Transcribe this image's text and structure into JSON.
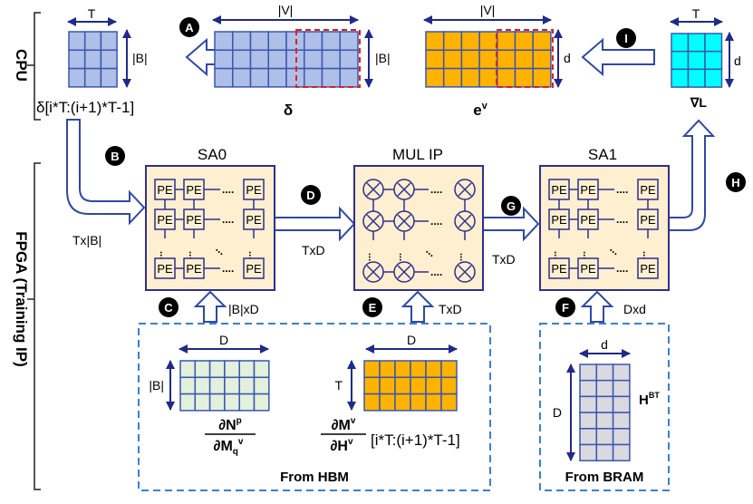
{
  "side_labels": {
    "cpu": "CPU",
    "fpga": "FPGA (Training IP)"
  },
  "steps": {
    "A": "A",
    "B": "B",
    "C": "C",
    "D": "D",
    "E": "E",
    "F": "F",
    "G": "G",
    "H": "H",
    "I": "I"
  },
  "dims": {
    "T": "T",
    "B": "|B|",
    "V": "|V|",
    "d": "d",
    "D": "D",
    "TxB": "Tx|B|",
    "TxD": "TxD",
    "BxD": "|B|xD",
    "Dxd": "Dxd"
  },
  "cpu": {
    "delta_slice_label": "δ[i*T:(i+1)*T-1]",
    "delta_label": "δ",
    "ev_label": "e",
    "ev_sup": "v",
    "gradL_label": "∇L"
  },
  "units": {
    "sa0": "SA0",
    "mul": "MUL IP",
    "sa1": "SA1",
    "pe": "PE",
    "mul_symbol": "⊗"
  },
  "hbm": {
    "label": "From HBM",
    "frac1_num": "∂N",
    "frac1_num_sup": "p",
    "frac1_den": "∂M",
    "frac1_den_sub": "q",
    "frac1_den_sup": "v",
    "frac2_num": "∂M",
    "frac2_num_sup": "v",
    "frac2_den": "∂H",
    "frac2_den_sup": "v",
    "frac2_slice": "[i*T:(i+1)*T-1]"
  },
  "bram": {
    "label": "From BRAM",
    "matrix": "H",
    "matrix_sup": "BT"
  },
  "colors": {
    "blue_cell": "#aebfe8",
    "blue_edge": "#3a56b0",
    "orange_cell": "#ffb300",
    "cyan_cell": "#00ffff",
    "green_cell": "#e3f0dc",
    "gray_cell": "#d9d9de",
    "unit_fill": "#fdefcf",
    "unit_edge": "#2f2f8f",
    "arrow": "#2f48a8",
    "dash_red": "#e02020",
    "dash_blue": "#3a7fd8"
  }
}
